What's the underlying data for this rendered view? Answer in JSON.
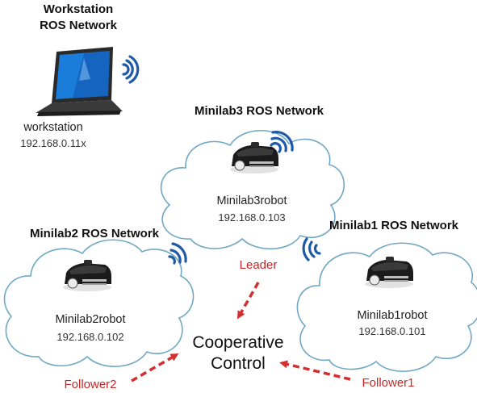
{
  "workstation": {
    "title_line1": "Workstation",
    "title_line2": "ROS Network",
    "name": "workstation",
    "ip": "192.168.0.11x"
  },
  "minilab3": {
    "title": "Minilab3 ROS Network",
    "robot_name": "Minilab3robot",
    "ip": "192.168.0.103",
    "role": "Leader"
  },
  "minilab2": {
    "title": "Minilab2 ROS Network",
    "robot_name": "Minilab2robot",
    "ip": "192.168.0.102",
    "role": "Follower2"
  },
  "minilab1": {
    "title": "Minilab1 ROS Network",
    "robot_name": "Minilab1robot",
    "ip": "192.168.0.101",
    "role": "Follower1"
  },
  "center": {
    "line1": "Cooperative",
    "line2": "Control"
  },
  "colors": {
    "cloud_stroke": "#6fa8c4",
    "wifi": "#1e5aa8",
    "arrow": "#d32f2f",
    "role_text": "#c62828"
  }
}
